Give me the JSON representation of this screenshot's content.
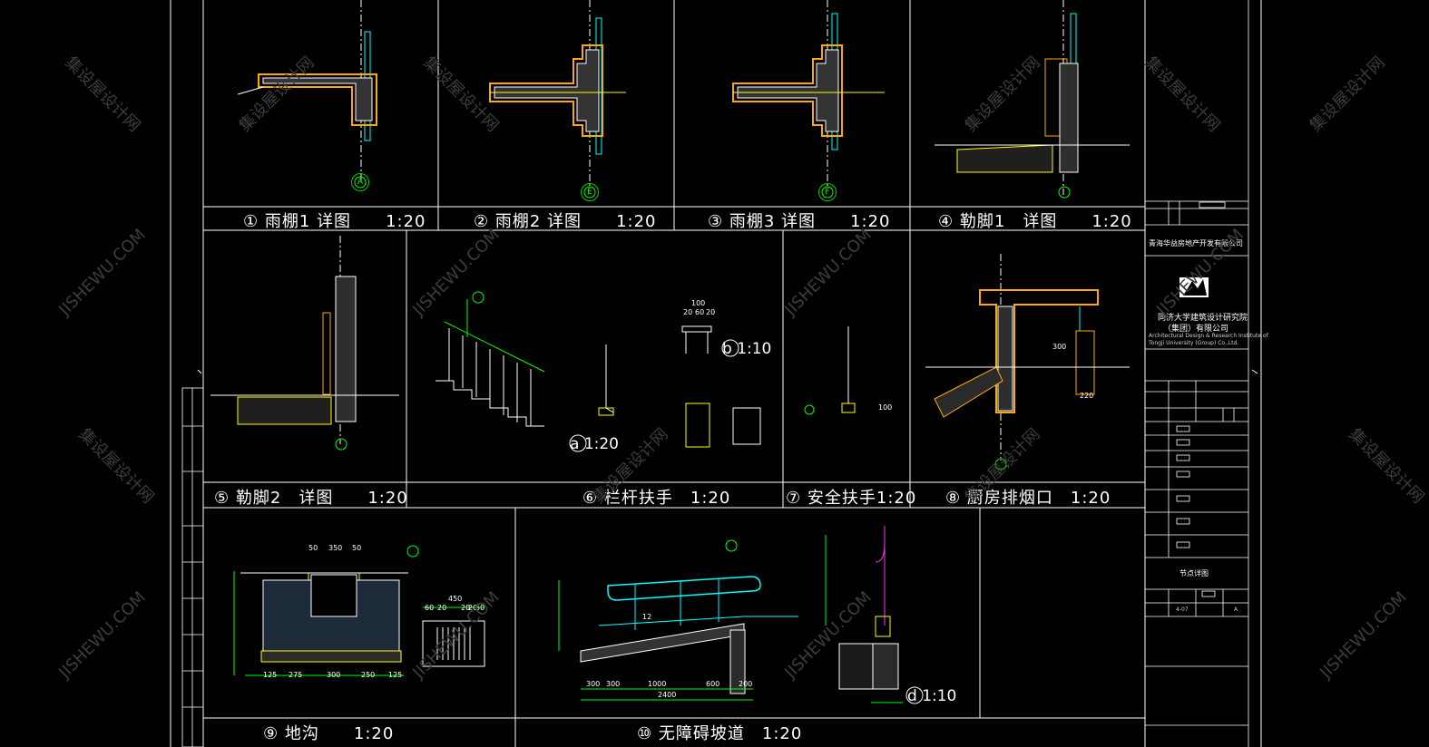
{
  "details": [
    {
      "num": "①",
      "title": "雨棚1 详图",
      "scale": "1:20"
    },
    {
      "num": "②",
      "title": "雨棚2 详图",
      "scale": "1:20"
    },
    {
      "num": "③",
      "title": "雨棚3 详图",
      "scale": "1:20"
    },
    {
      "num": "④",
      "title": "勒脚1　详图",
      "scale": "1:20"
    },
    {
      "num": "⑤",
      "title": "勒脚2　详图",
      "scale": "1:20"
    },
    {
      "num": "⑥",
      "title": "栏杆扶手",
      "scale": "1:20"
    },
    {
      "num": "⑦",
      "title": "安全扶手",
      "scale": "1:20"
    },
    {
      "num": "⑧",
      "title": "厨房排烟口",
      "scale": "1:20"
    },
    {
      "num": "⑨",
      "title": "地沟",
      "scale": "1:20"
    },
    {
      "num": "⑩",
      "title": "无障碍坡道",
      "scale": "1:20"
    }
  ],
  "sub_scales": {
    "a": "a 1:20",
    "b": "b 1:10",
    "d": "d 1:10"
  },
  "axis_labels": {
    "d1": "A",
    "d2": "E",
    "d3": "F"
  },
  "title_block": {
    "client": "青海华益房地产开发有限公司",
    "designer_cn": "同济大学建筑设计研究院",
    "designer_cn2": "（集团）有限公司",
    "designer_en1": "Architectural Design & Research Institute of",
    "designer_en2": "Tongji University (Group) Co.,Ltd.",
    "drawing_title": "节点详图",
    "sheet_no": "4-07",
    "rev": "A"
  },
  "dims": {
    "d9_top": [
      "50",
      "350",
      "50"
    ],
    "d9_bottom": [
      "125",
      "275",
      "300",
      "250",
      "125"
    ],
    "d9_grate": [
      "450",
      "60",
      "20",
      "20",
      "20",
      "50"
    ],
    "d10_bottom": [
      "300",
      "300",
      "1000",
      "600",
      "200"
    ],
    "d10_total": "2400",
    "d10_mid": "12",
    "d6b_top": [
      "100",
      "20",
      "60",
      "20"
    ],
    "d8_right": [
      "300",
      "220"
    ],
    "d7_note": "100"
  },
  "watermarks": {
    "cn": "集设屋设计网",
    "en": "JISHEWU.COM"
  },
  "colors": {
    "accent_orange": "#ffaa00",
    "accent_yellow": "#ffff00",
    "accent_green": "#00ff00",
    "accent_cyan": "#00ffff",
    "accent_magenta": "#ff33ff"
  }
}
